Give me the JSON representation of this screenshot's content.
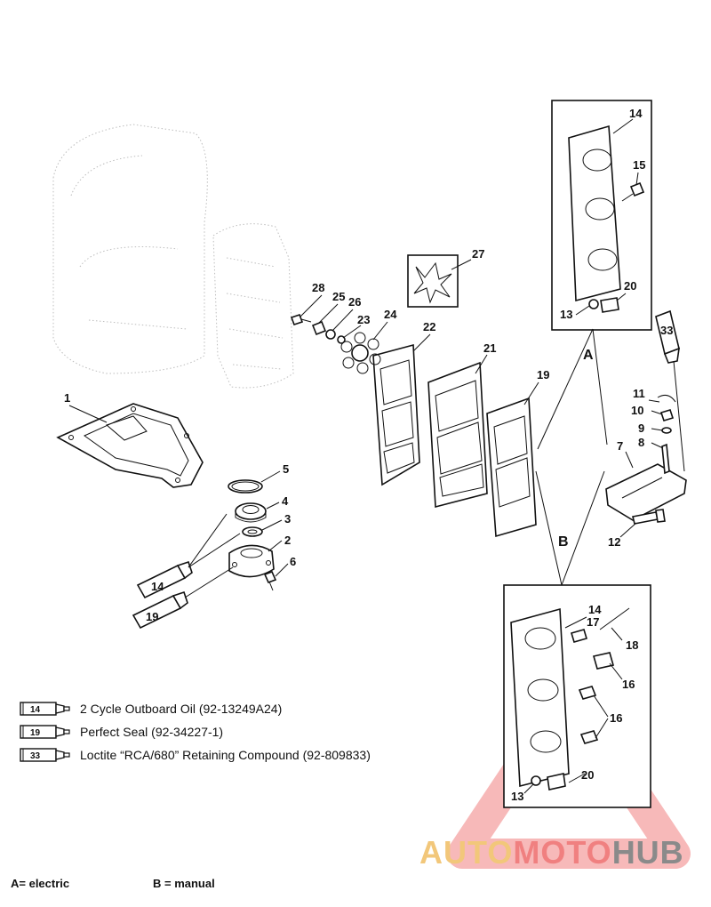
{
  "callouts": {
    "c1": "1",
    "c2": "2",
    "c3": "3",
    "c4": "4",
    "c5": "5",
    "c6": "6",
    "c7": "7",
    "c8": "8",
    "c9": "9",
    "c10": "10",
    "c11": "11",
    "c12": "12",
    "c13a": "13",
    "c14a": "14",
    "c15": "15",
    "c20a": "20",
    "c19": "19",
    "c21": "21",
    "c22": "22",
    "c23": "23",
    "c24": "24",
    "c25": "25",
    "c26": "26",
    "c27": "27",
    "c28": "28",
    "c14b": "14",
    "c17": "17",
    "c18": "18",
    "c16a": "16",
    "c16b": "16",
    "c20b": "20",
    "c13b": "13",
    "tube33": "33",
    "tube14": "14",
    "tube19": "19",
    "groupA": "A",
    "groupB": "B"
  },
  "legend": [
    {
      "code": "14",
      "text": "2 Cycle Outboard Oil (92-13249A24)"
    },
    {
      "code": "19",
      "text": "Perfect Seal (92-34227-1)"
    },
    {
      "code": "33",
      "text": "Loctite “RCA/680” Retaining Compound (92-809833)"
    }
  ],
  "variants": {
    "a": "A= electric",
    "b": "B = manual"
  },
  "watermark": {
    "part1": "AUTO",
    "part2": "MOTO",
    "part3": "HUB"
  },
  "colors": {
    "ink": "#111111",
    "ghost": "#bdbdbd",
    "wm_red": "#f08080",
    "wm_gold": "#f2c77a",
    "wm_gray": "#8a8a8a"
  }
}
